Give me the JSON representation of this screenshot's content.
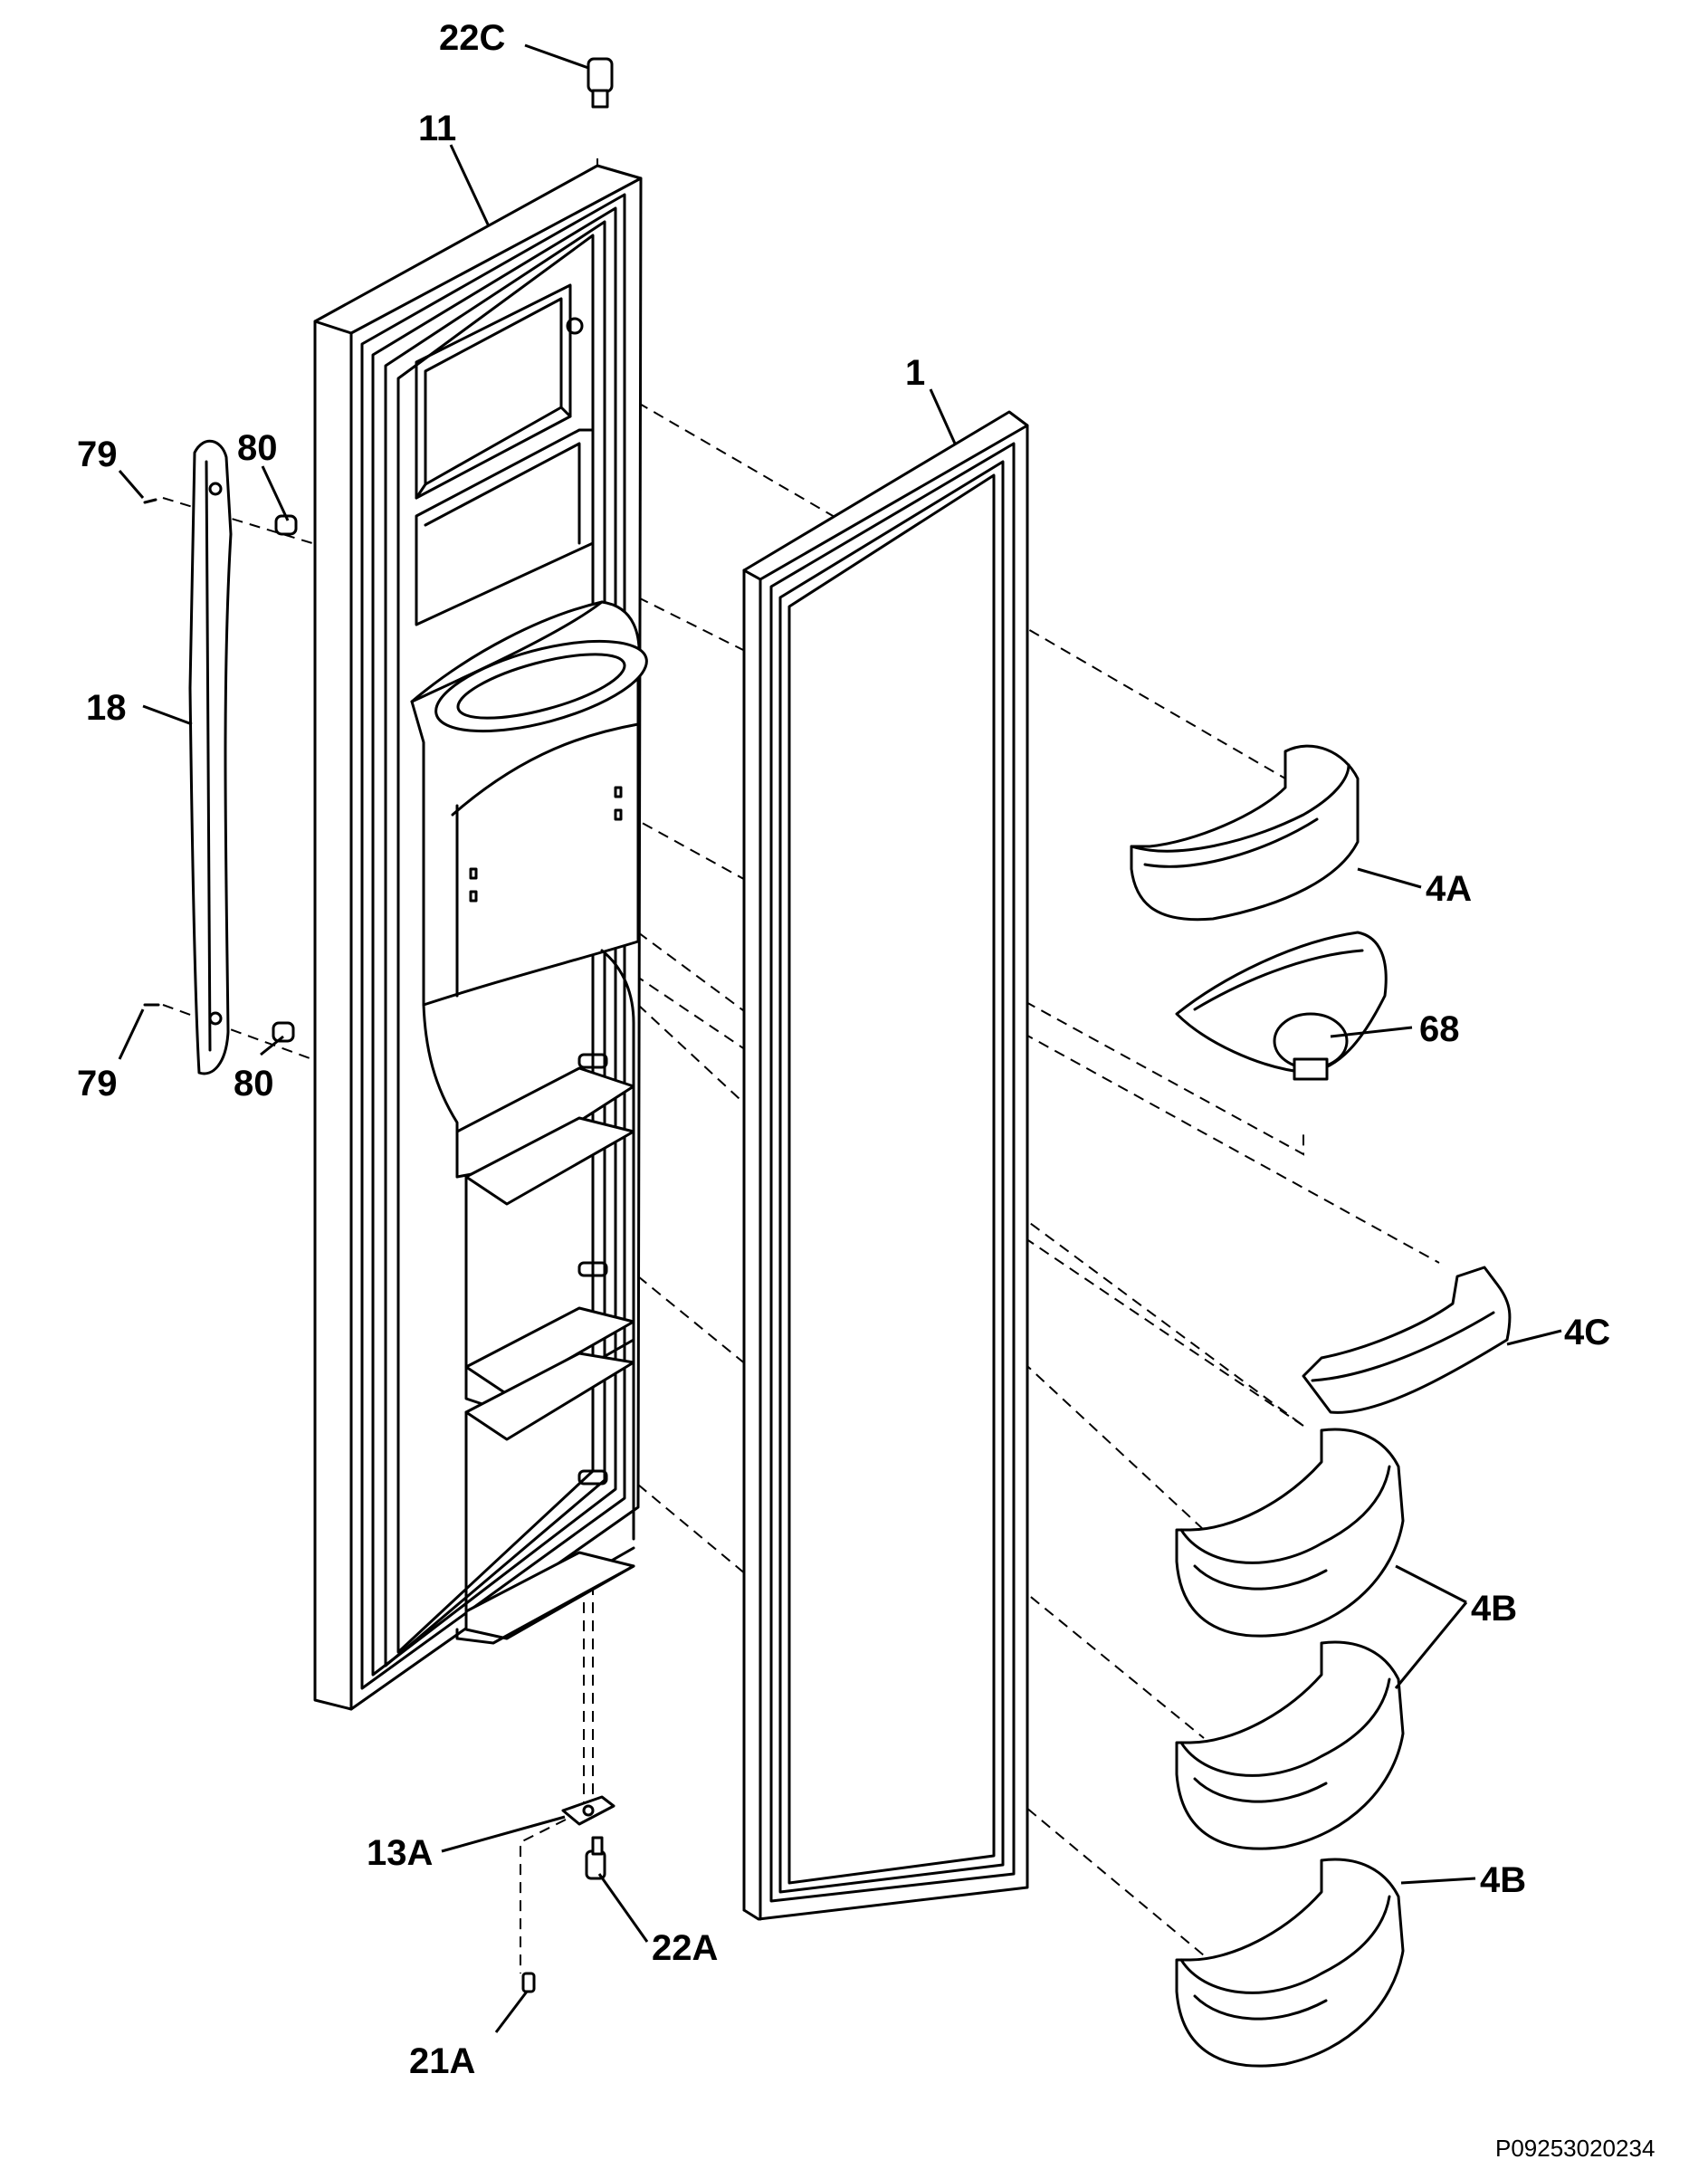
{
  "labels": {
    "p22c": "22C",
    "p11": "11",
    "p1": "1",
    "p79_top": "79",
    "p80_top": "80",
    "p18": "18",
    "p79_bottom": "79",
    "p80_bottom": "80",
    "p4a": "4A",
    "p68": "68",
    "p4c": "4C",
    "p4b_pair": "4B",
    "p4b_single": "4B",
    "p13a": "13A",
    "p22a": "22A",
    "p21a": "21A"
  },
  "diagram_code": "P09253020234"
}
